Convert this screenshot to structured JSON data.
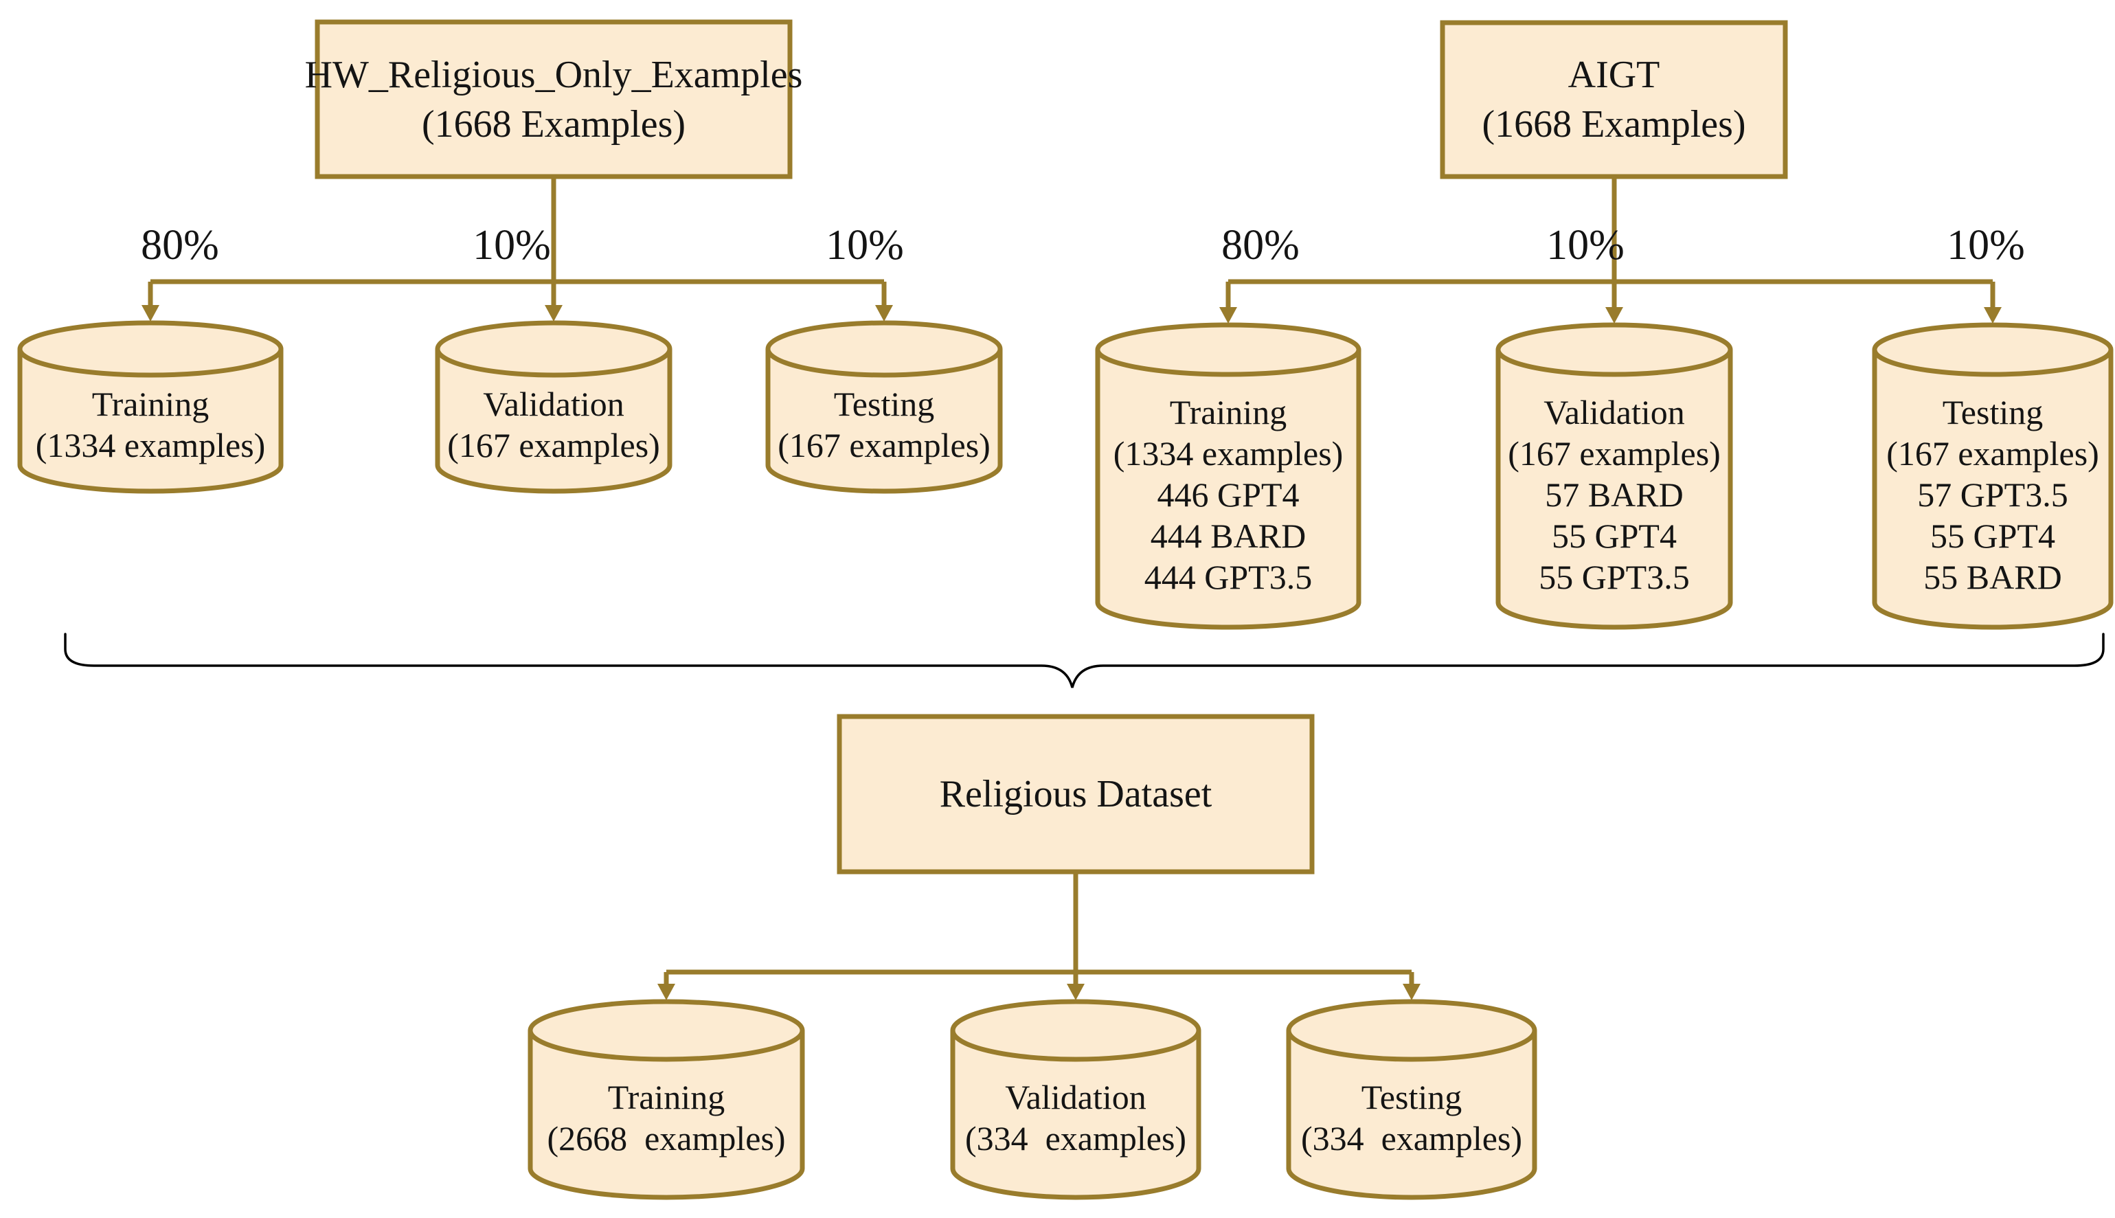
{
  "colors": {
    "node_fill": "#FCEBD2",
    "node_stroke": "#997C2C",
    "connector": "#997C2C",
    "brace": "#000000",
    "text": "#141414",
    "background": "#FFFFFF"
  },
  "hw_tree": {
    "root_label": "HW_Religious_Only_Examples\n(1668 Examples)",
    "split_80": "80%",
    "split_10a": "10%",
    "split_10b": "10%",
    "training_label": "Training\n(1334 examples)",
    "validation_label": "Validation\n(167 examples)",
    "testing_label": "Testing\n(167 examples)"
  },
  "aigt_tree": {
    "root_label": "AIGT\n(1668 Examples)",
    "split_80": "80%",
    "split_10a": "10%",
    "split_10b": "10%",
    "training_label": "Training\n(1334 examples)\n446 GPT4\n444 BARD\n444 GPT3.5",
    "validation_label": "Validation\n(167 examples)\n57 BARD\n55 GPT4\n55 GPT3.5",
    "testing_label": "Testing\n(167 examples)\n57 GPT3.5\n55 GPT4\n55 BARD"
  },
  "merged_tree": {
    "root_label": "Religious Dataset",
    "training_label": "Training\n(2668  examples)",
    "validation_label": "Validation\n(334  examples)",
    "testing_label": "Testing\n(334  examples)"
  }
}
